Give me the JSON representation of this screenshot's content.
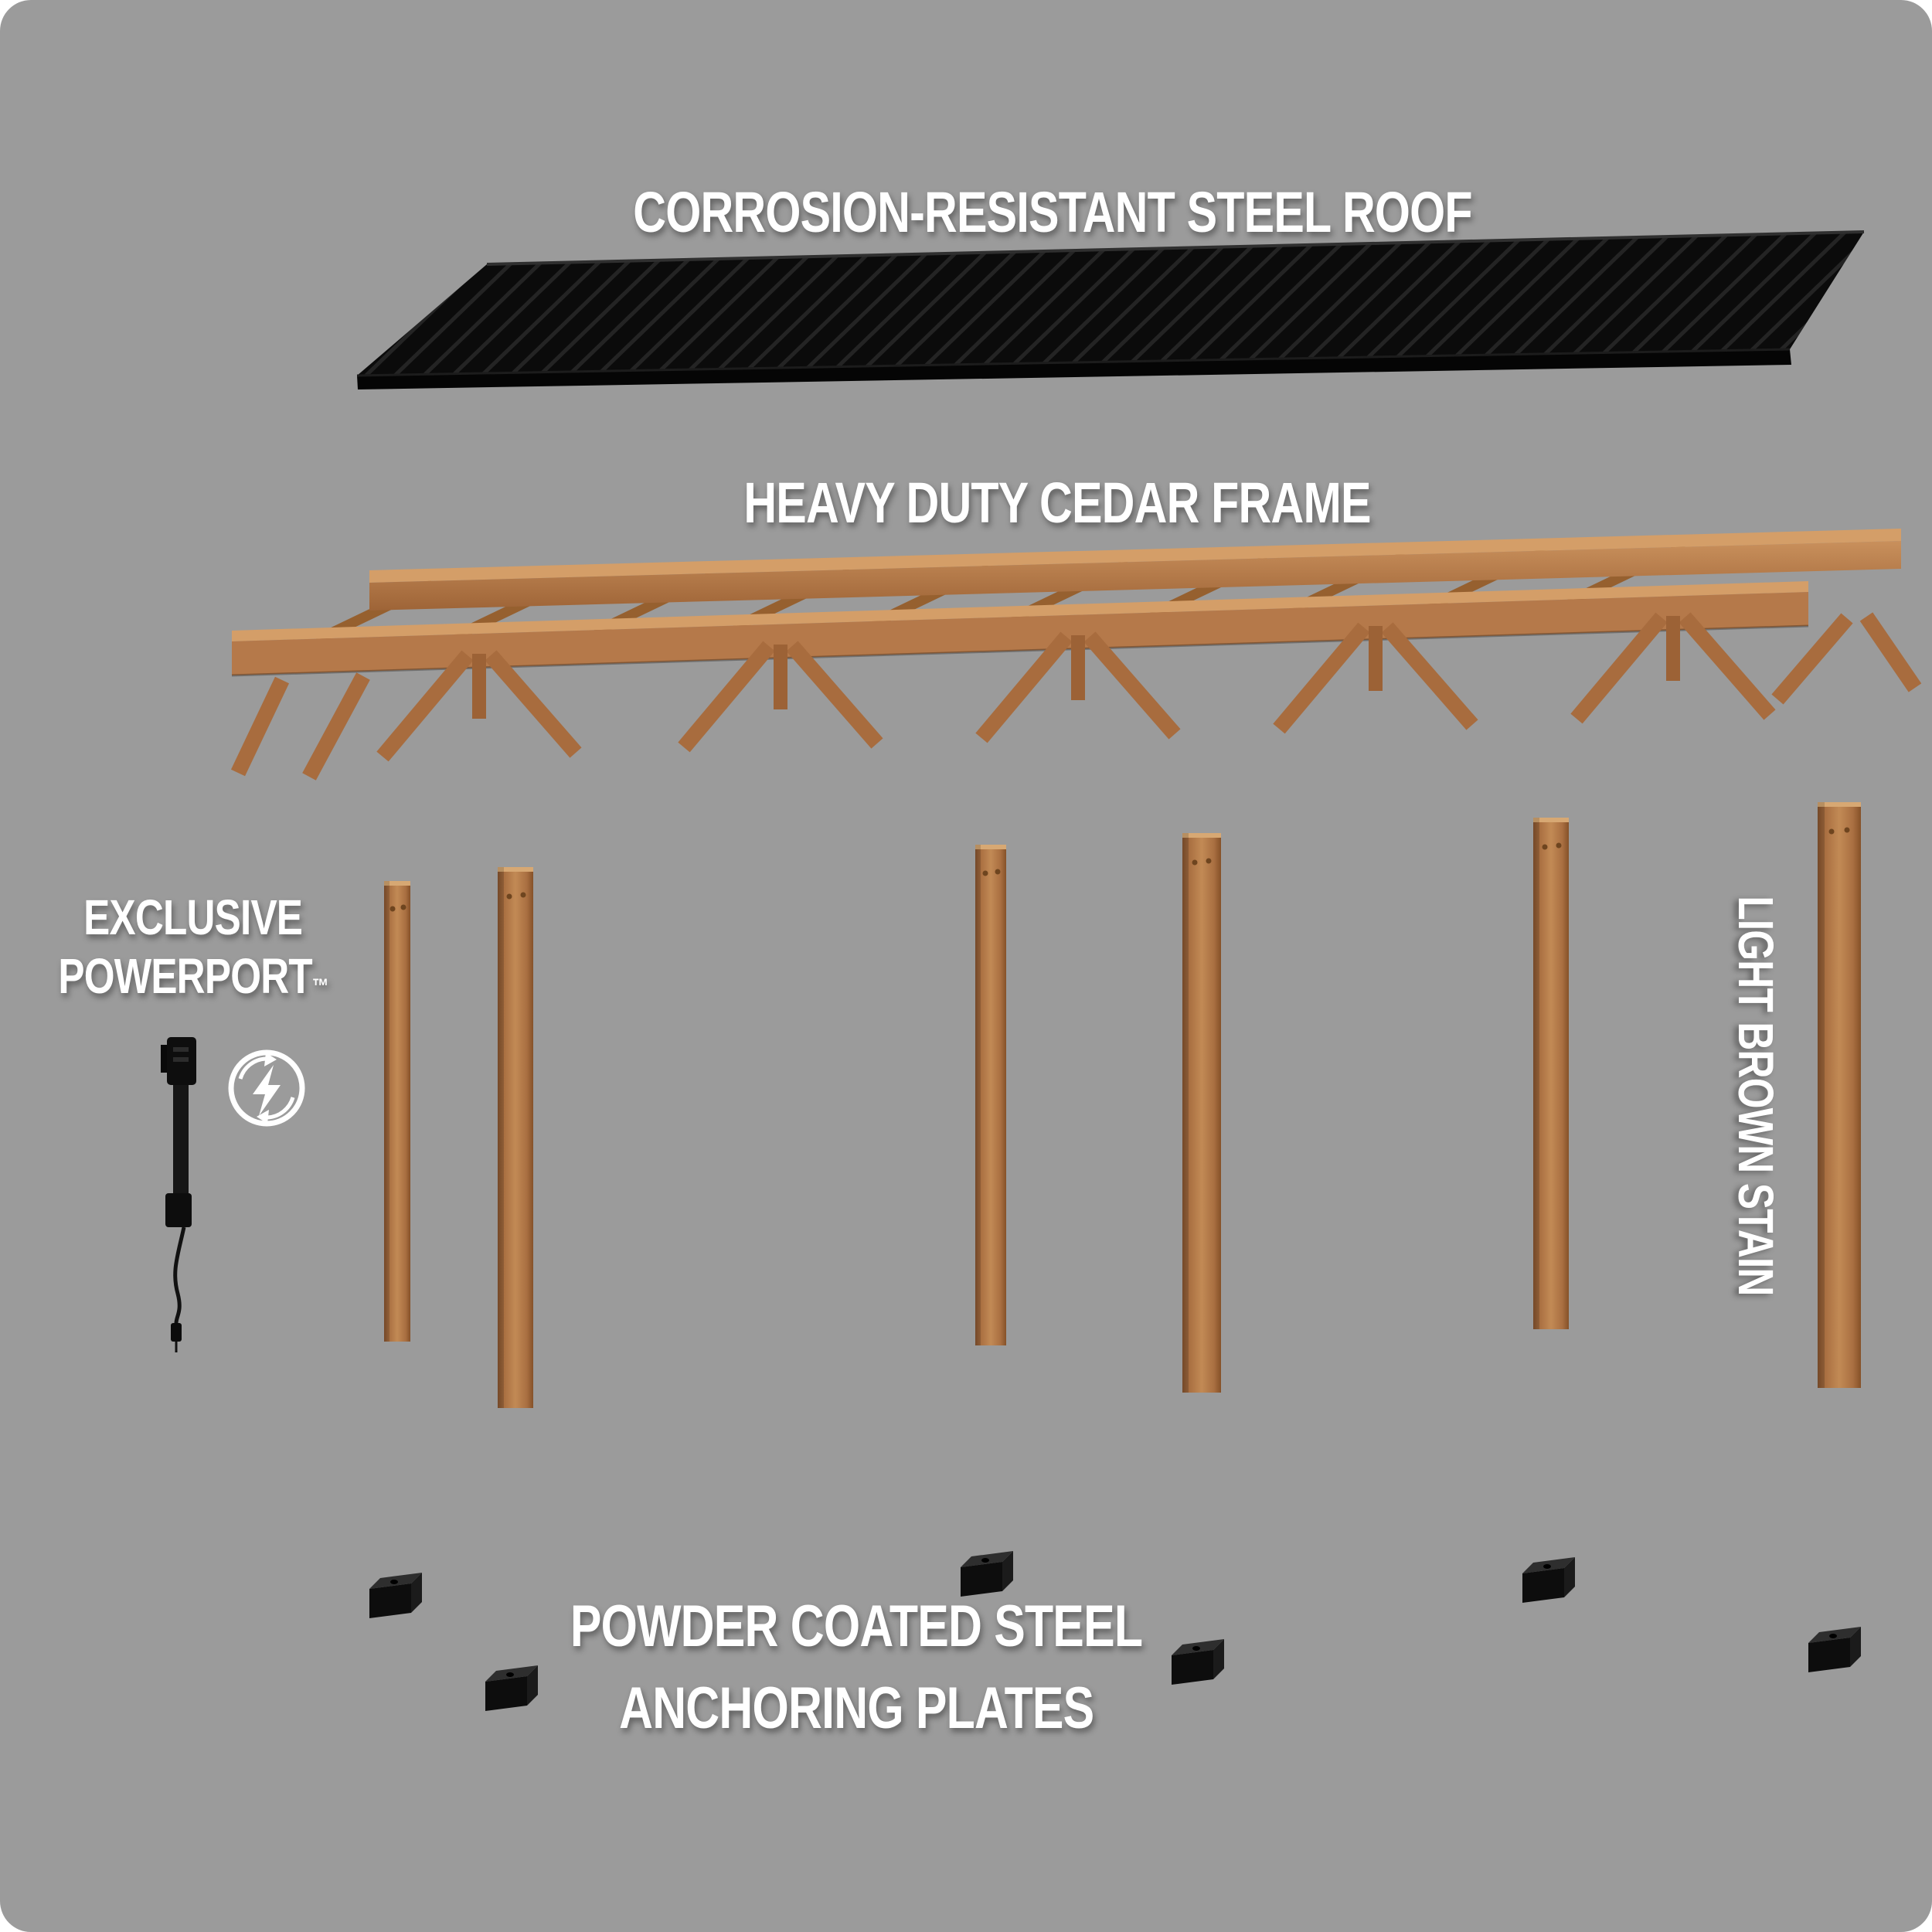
{
  "background": {
    "color": "#9b9b9b",
    "page": "#ffffff"
  },
  "colors": {
    "text": "#ffffff",
    "roof_steel": "#0b0b0b",
    "cedar_light": "#d49e68",
    "cedar_main": "#b5794a",
    "cedar_dark": "#8a5630",
    "anchor_plate": "#0d0d0d"
  },
  "labels": {
    "roof": "CORROSION-RESISTANT STEEL ROOF",
    "frame": "HEAVY DUTY CEDAR FRAME",
    "powerport": {
      "line1": "EXCLUSIVE",
      "line2": "POWERPORT",
      "tm": "™"
    },
    "stain": "LIGHT BROWN STAIN",
    "anchors": {
      "line1": "POWDER COATED STEEL",
      "line2": "ANCHORING PLATES"
    }
  },
  "icons": {
    "powerport": "lightning-bolt-circle-icon"
  },
  "parts": {
    "posts_count": 6,
    "anchor_plates_count": 6
  }
}
